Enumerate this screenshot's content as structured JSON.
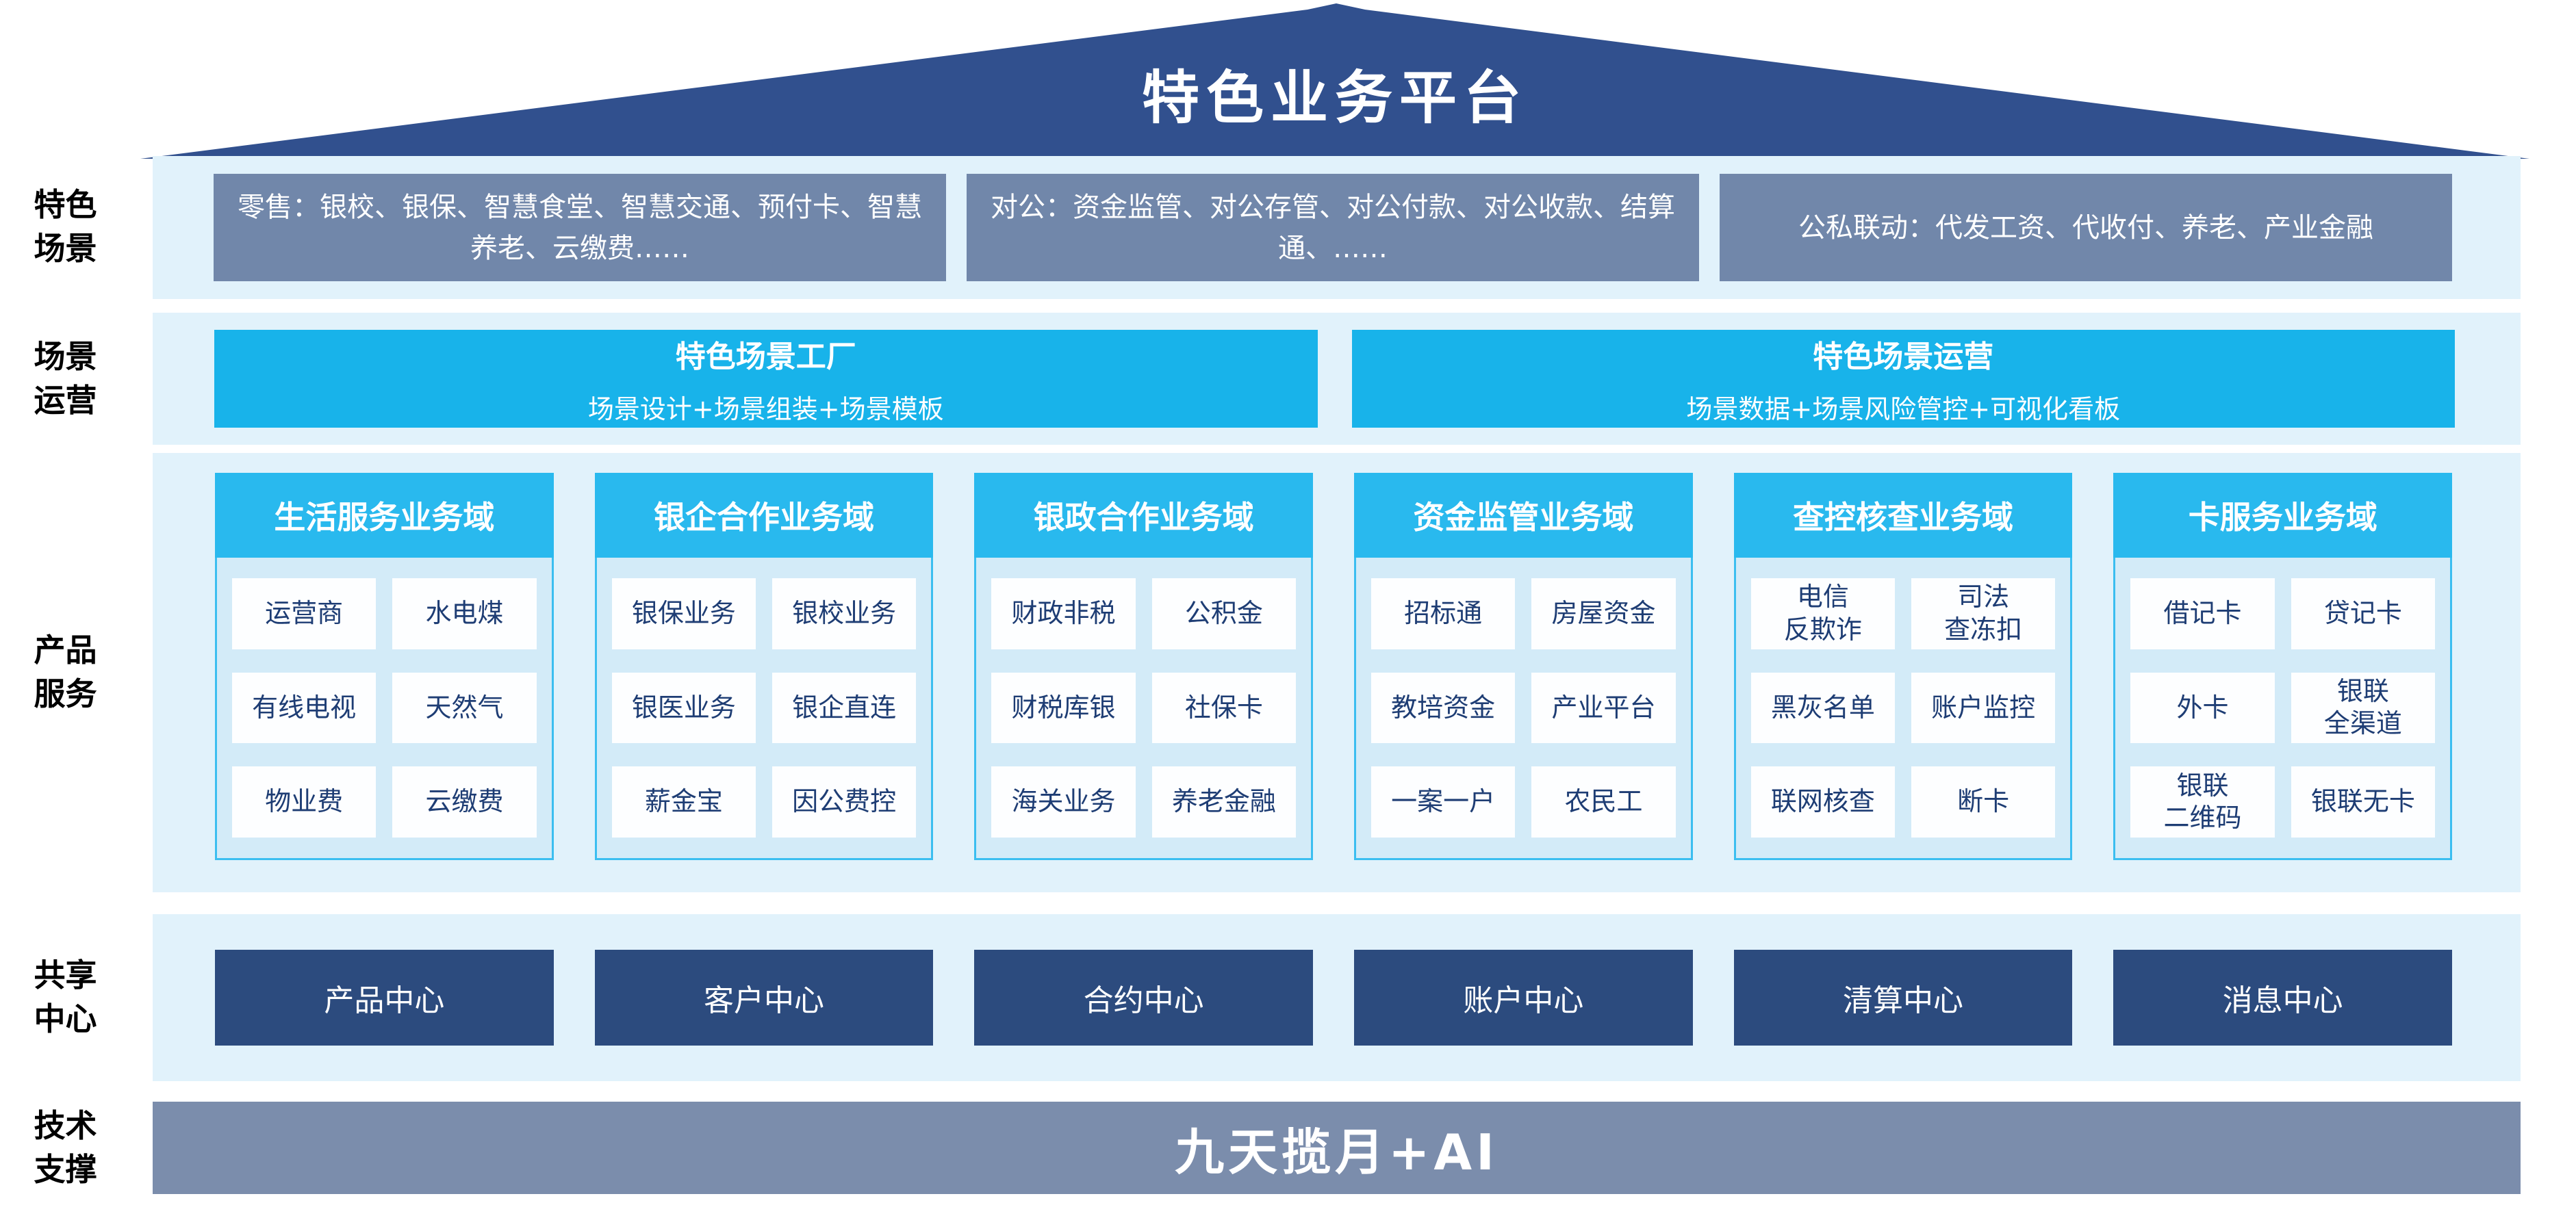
{
  "title": "特色业务平台",
  "rows": {
    "scenes": {
      "label": "特色\n场景",
      "boxes": [
        "零售：银校、银保、智慧食堂、智慧交通、预付卡、智慧养老、云缴费……",
        "对公：资金监管、对公存管、对公付款、对公收款、结算通、……",
        "公私联动：代发工资、代收付、养老、产业金融"
      ]
    },
    "ops": {
      "label": "场景\n运营",
      "boxes": [
        {
          "title": "特色场景工厂",
          "subtitle": "场景设计+场景组装+场景模板"
        },
        {
          "title": "特色场景运营",
          "subtitle": "场景数据+场景风险管控+可视化看板"
        }
      ]
    },
    "products": {
      "label": "产品\n服务",
      "columns": [
        {
          "header": "生活服务业务域",
          "cells": [
            "运营商",
            "水电煤",
            "有线电视",
            "天然气",
            "物业费",
            "云缴费"
          ]
        },
        {
          "header": "银企合作业务域",
          "cells": [
            "银保业务",
            "银校业务",
            "银医业务",
            "银企直连",
            "薪金宝",
            "因公费控"
          ]
        },
        {
          "header": "银政合作业务域",
          "cells": [
            "财政非税",
            "公积金",
            "财税库银",
            "社保卡",
            "海关业务",
            "养老金融"
          ]
        },
        {
          "header": "资金监管业务域",
          "cells": [
            "招标通",
            "房屋资金",
            "教培资金",
            "产业平台",
            "一案一户",
            "农民工"
          ]
        },
        {
          "header": "查控核查业务域",
          "cells": [
            "电信\n反欺诈",
            "司法\n查冻扣",
            "黑灰名单",
            "账户监控",
            "联网核查",
            "断卡"
          ]
        },
        {
          "header": "卡服务业务域",
          "cells": [
            "借记卡",
            "贷记卡",
            "外卡",
            "银联\n全渠道",
            "银联\n二维码",
            "银联无卡"
          ]
        }
      ]
    },
    "shared": {
      "label": "共享\n中心",
      "boxes": [
        "产品中心",
        "客户中心",
        "合约中心",
        "账户中心",
        "清算中心",
        "消息中心"
      ]
    },
    "tech": {
      "label": "技术\n支撑",
      "bar": "九天揽月+AI"
    }
  },
  "colors": {
    "roof_navy": "#31508e",
    "strip_bg": "#e1f2fb",
    "scene_box_bg": "#7187aa",
    "ops_box_cyan": "#18b3ea",
    "column_header_cyan": "#29b9ee",
    "column_body_bg": "#d3ebf8",
    "column_border": "#3bbef0",
    "cell_bg": "#fdfeff",
    "cell_text_navy": "#1e3d74",
    "shared_box_navy": "#2c4b7e",
    "tech_bar_gray_blue": "#7b8dac",
    "text_white": "#ffffff",
    "label_black": "#000000"
  }
}
